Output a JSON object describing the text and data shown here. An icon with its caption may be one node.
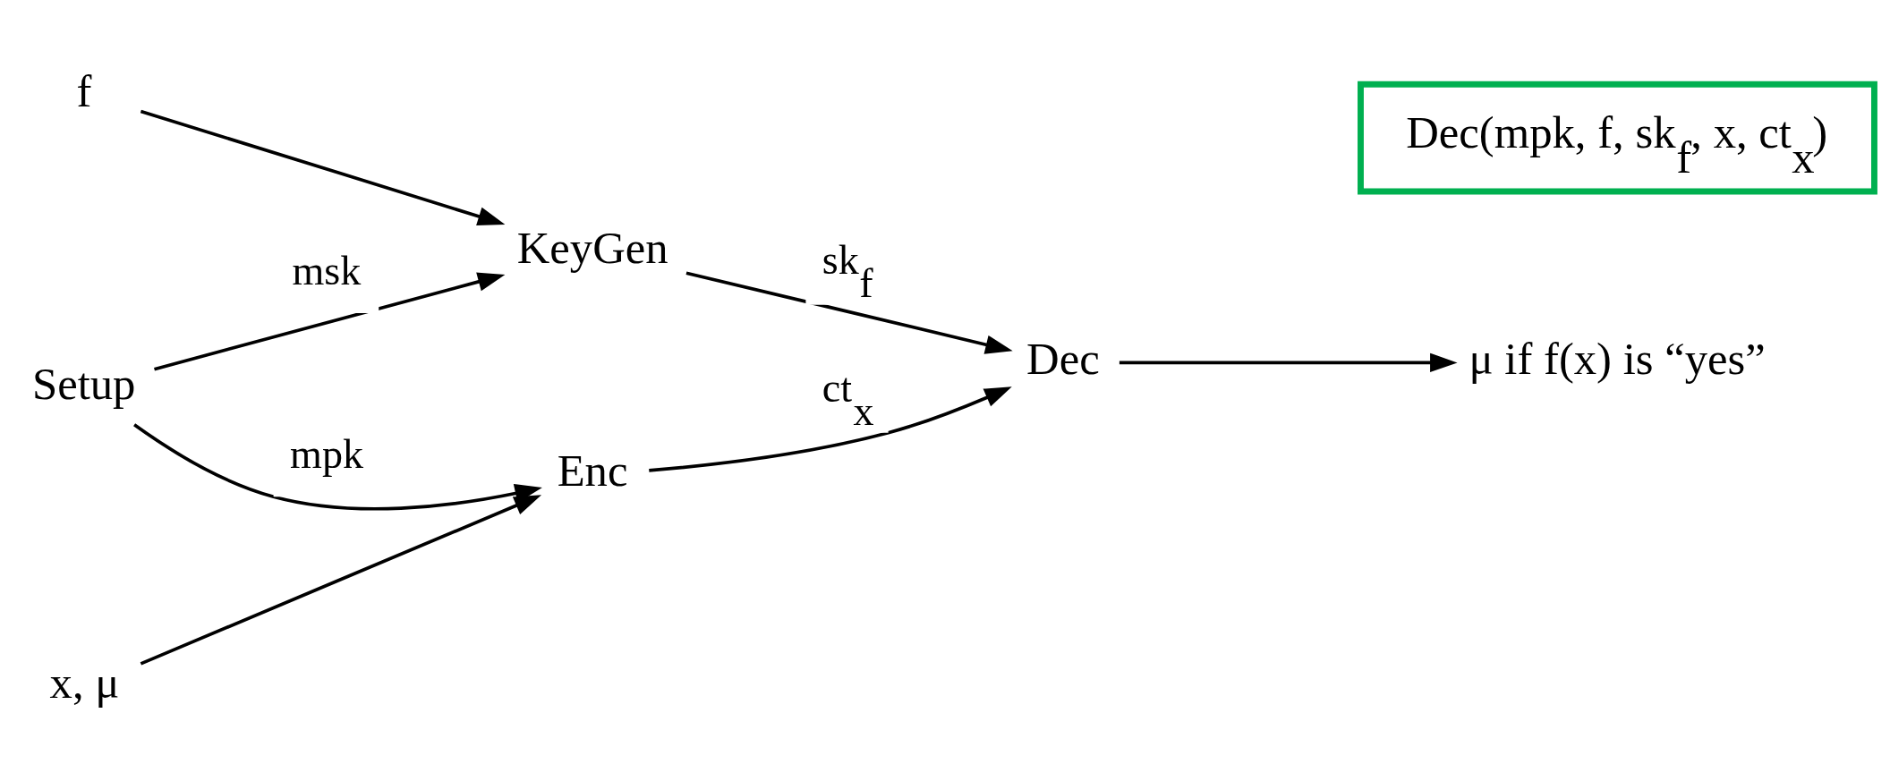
{
  "diagram": {
    "nodes": [
      {
        "text": [
          "f"
        ]
      },
      {
        "text": [
          "KeyGen"
        ]
      },
      {
        "text": [
          "Setup"
        ]
      },
      {
        "text": [
          "Dec"
        ]
      },
      {
        "text": [
          "μ if f(x) is “yes”"
        ]
      },
      {
        "text": [
          "x, μ"
        ]
      },
      {
        "text": [
          "Enc"
        ]
      },
      {
        "text": [
          "Dec(mpk, f, sk$_{f}$, x, ct$_{x}$)"
        ]
      }
    ],
    "edges": [
      {
        "from": 0,
        "to": 1,
        "arrow": "to"
      },
      {
        "from": 2,
        "to": 1,
        "arrow": "to",
        "label": "msk"
      },
      {
        "from": 1,
        "to": 3,
        "arrow": "to",
        "label": "sk$_{f}$"
      },
      {
        "from": 2,
        "to": 6,
        "arrow": "to",
        "label": "mpk"
      },
      {
        "from": 6,
        "to": 3,
        "arrow": "to",
        "label": "ct$_{x}$"
      },
      {
        "from": 5,
        "to": 6,
        "arrow": "to"
      },
      {
        "from": 3,
        "to": 4,
        "arrow": "to"
      }
    ]
  }
}
